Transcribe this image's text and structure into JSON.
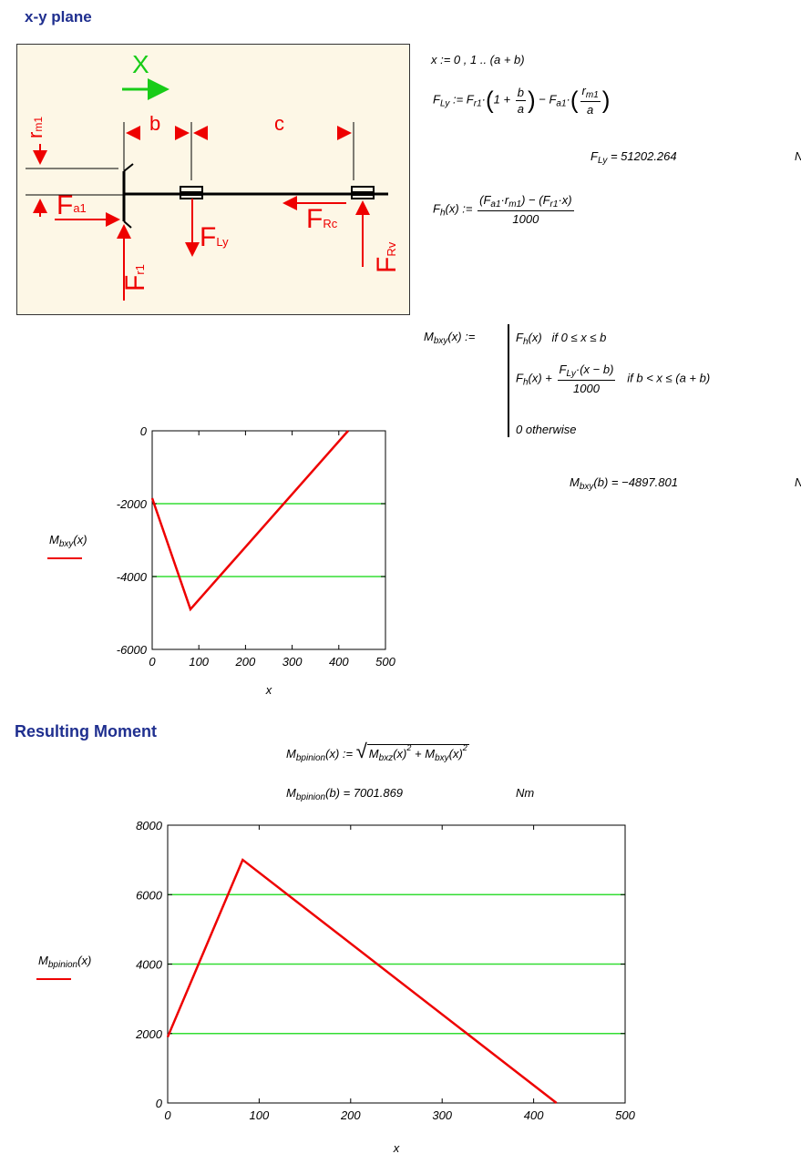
{
  "headings": {
    "xy_plane": "x-y plane",
    "resulting_moment": "Resulting Moment"
  },
  "diagram": {
    "x_label": "X",
    "labels": {
      "b": "b",
      "c": "c",
      "fly": "F",
      "fly_sub": "Ly",
      "fr1": "F",
      "fr1_sub": "r1",
      "fa1": "F",
      "fa1_sub": "a1",
      "rm1": "r",
      "rm1_sub": "m1",
      "frc": "F",
      "frc_sub": "Rc",
      "frv": "F",
      "frv_sub": "Rv"
    }
  },
  "equations": {
    "range_def": "x := 0 , 1 .. (a + b)",
    "fly_def_lhs": "F",
    "fly_def_sub": "Ly",
    "fly_def_rhs_a": "F",
    "fly_def_rhs_a_sub": "r1",
    "one_plus": "1 +",
    "b": "b",
    "a": "a",
    "minus_fa1": "F",
    "minus_fa1_sub": "a1",
    "rm1": "r",
    "rm1_sub": "m1",
    "fly_value": "F",
    "fly_value_sub": "Ly",
    "fly_value_rhs": "= 51202.264",
    "fly_unit": "N",
    "fh_lhs": "F",
    "fh_sub": "h",
    "fh_arg": "(x) :=",
    "fh_num": "(F",
    "fh_num_sub": "a1",
    "fh_num_b": "·r",
    "fh_num_b_sub": "m1",
    "fh_num_c": ") − (F",
    "fh_num_c_sub": "r1",
    "fh_num_d": "·x)",
    "fh_den": "1000",
    "mbxy_lhs": "M",
    "mbxy_sub": "bxy",
    "mbxy_arg": "(x) :=",
    "case1_expr": "F",
    "case1_sub": "h",
    "case1_arg": "(x)",
    "case1_cond": "if   0 ≤ x ≤ b",
    "case2_expr": "F",
    "case2_sub": "h",
    "case2_arg": "(x) +",
    "case2_num": "F",
    "case2_num_sub": "Ly",
    "case2_num_b": "·(x − b)",
    "case2_den": "1000",
    "case2_cond": "if   b < x ≤ (a + b)",
    "case3": "0   otherwise",
    "mbxy_value_lhs": "M",
    "mbxy_value_sub": "bxy",
    "mbxy_value_rhs": "(b) = −4897.801",
    "mbxy_unit": "N",
    "mbp_lhs": "M",
    "mbp_sub": "bpinion",
    "mbp_arg": "(x) :=",
    "mbp_t1": "M",
    "mbp_t1_sub": "bxz",
    "mbp_t1_arg": "(x)",
    "mbp_exp1": "2",
    "mbp_plus": "+ M",
    "mbp_t2_sub": "bxy",
    "mbp_t2_arg": "(x)",
    "mbp_exp2": "2",
    "mbp_value_lhs": "M",
    "mbp_value_sub": "bpinion",
    "mbp_value_rhs": "(b) = 7001.869",
    "mbp_unit": "Nm"
  },
  "chart_data": [
    {
      "type": "line",
      "xlabel": "x",
      "ylabel": "Mbxy(x)",
      "ylabel_main": "M",
      "ylabel_sub": "bxy",
      "ylabel_arg": "(x)",
      "xlim": [
        0,
        500
      ],
      "ylim": [
        -6000,
        0
      ],
      "xticks": [
        0,
        100,
        200,
        300,
        400,
        500
      ],
      "yticks": [
        0,
        -2000,
        -4000,
        -6000
      ],
      "gridlines_y": [
        -2000,
        -4000
      ],
      "grid_color": "#33dd33",
      "series": [
        {
          "color": "#ee0000",
          "x": [
            0,
            82,
            420
          ],
          "y": [
            -1850,
            -4898,
            0
          ]
        }
      ]
    },
    {
      "type": "line",
      "xlabel": "x",
      "ylabel": "Mbpinion(x)",
      "ylabel_main": "M",
      "ylabel_sub": "bpinion",
      "ylabel_arg": "(x)",
      "xlim": [
        0,
        500
      ],
      "ylim": [
        0,
        8000
      ],
      "xticks": [
        0,
        100,
        200,
        300,
        400,
        500
      ],
      "yticks": [
        8000,
        6000,
        4000,
        2000,
        0
      ],
      "gridlines_y": [
        6000,
        4000,
        2000
      ],
      "grid_color": "#33dd33",
      "series": [
        {
          "color": "#ee0000",
          "x": [
            0,
            82,
            425
          ],
          "y": [
            1900,
            7002,
            0
          ]
        }
      ]
    }
  ]
}
